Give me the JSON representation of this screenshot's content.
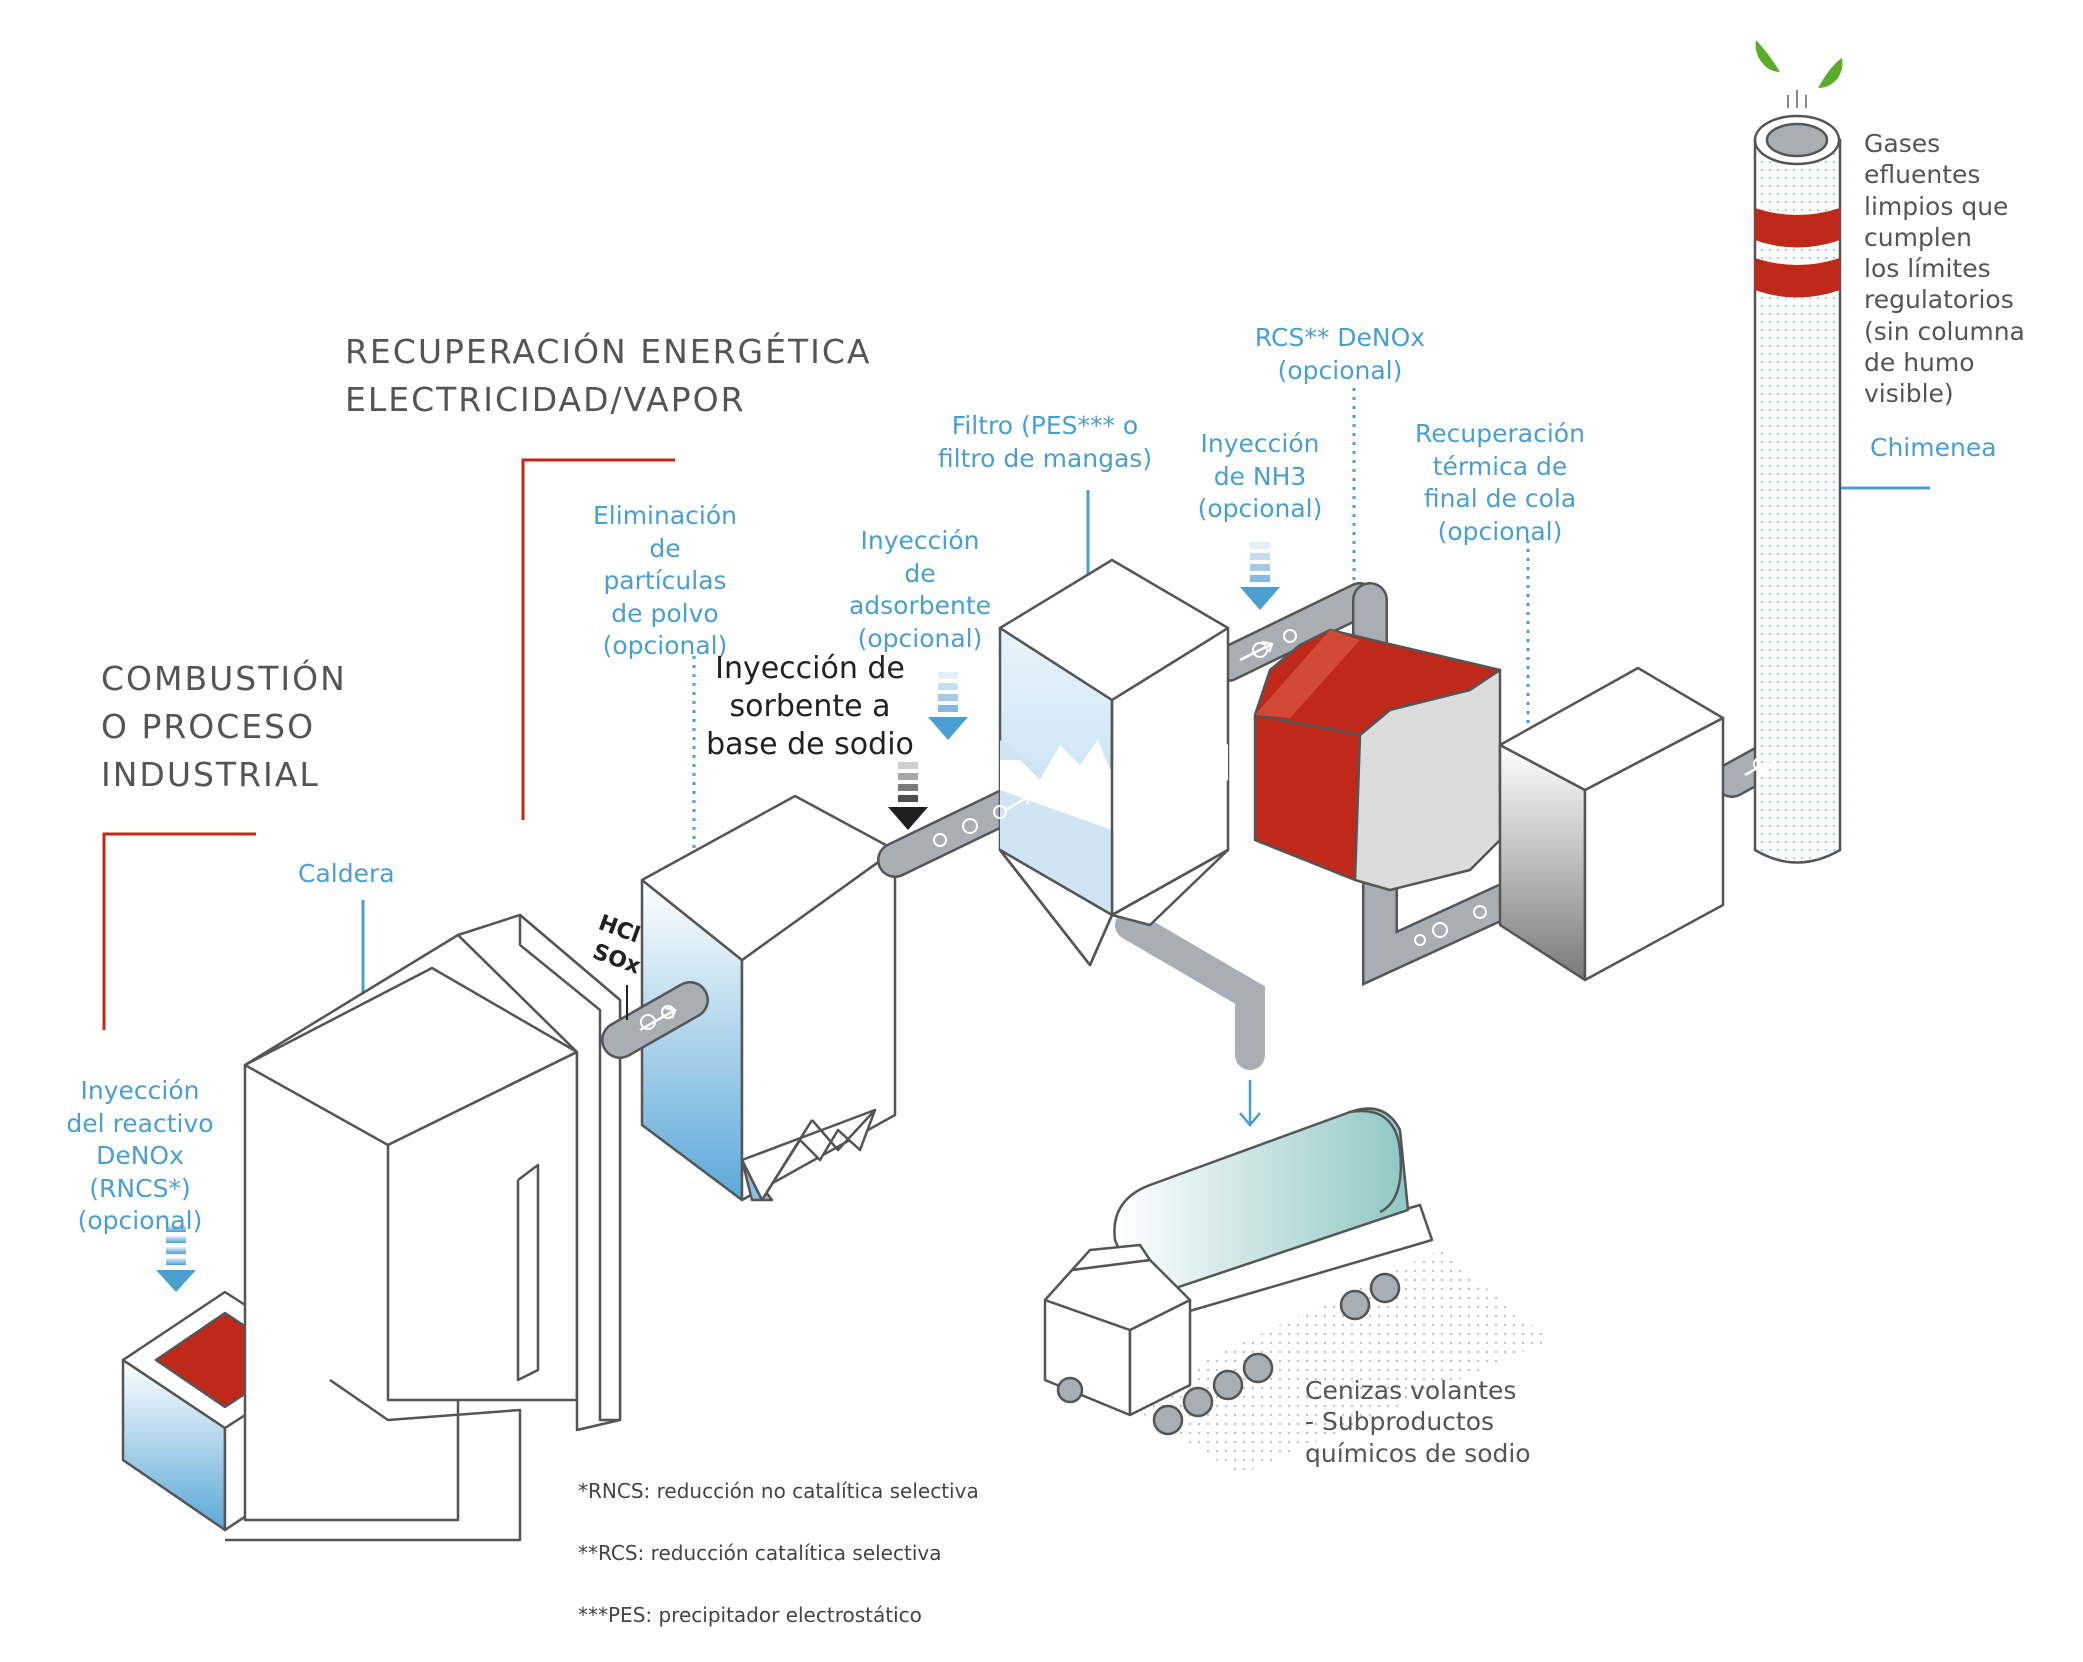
{
  "headings": {
    "energy_recovery": "RECUPERACIÓN ENERGÉTICA\nELECTRICIDAD/VAPOR",
    "combustion": "COMBUSTIÓN\nO PROCESO\nINDUSTRIAL"
  },
  "labels": {
    "boiler": "Caldera",
    "denox_reagent": "Inyección\ndel reactivo\nDeNOx\n(RNCS*)\n(opcional)",
    "dust_removal": "Eliminación\nde\npartículas\nde polvo\n(opcional)",
    "sodium_sorbent": "Inyección de\nsorbente a\nbase de sodio",
    "adsorbent": "Inyección\nde\nadsorbente\n(opcional)",
    "filter": "Filtro (PES*** o\nfiltro de mangas)",
    "nh3": "Inyección\nde NH3\n(opcional)",
    "scr": "RCS** DeNOx\n(opcional)",
    "tail_heat": "Recuperación\ntérmica de\nfinal de cola\n(opcional)",
    "stack": "Chimenea",
    "clean_gases": "Gases\nefluentes\nlimpios que\ncumplen\nlos límites\nregulatorios\n(sin columna\nde humo\nvisible)",
    "fly_ash": "Cenizas volantes\n- Subproductos\nquímicos de sodio",
    "gas_hcl": "HCl",
    "gas_sox": "SOx"
  },
  "footnotes": [
    "*RNCS: reducción no catalítica selectiva",
    "**RCS: reducción catalítica selectiva",
    "***PES: precipitador electrostático"
  ],
  "colors": {
    "label_blue": "#4a9fd1",
    "accent_red": "#c0281a",
    "pipe_grey": "#a9aeb4",
    "outline": "#555555",
    "leaf_green": "#5cac2c"
  }
}
